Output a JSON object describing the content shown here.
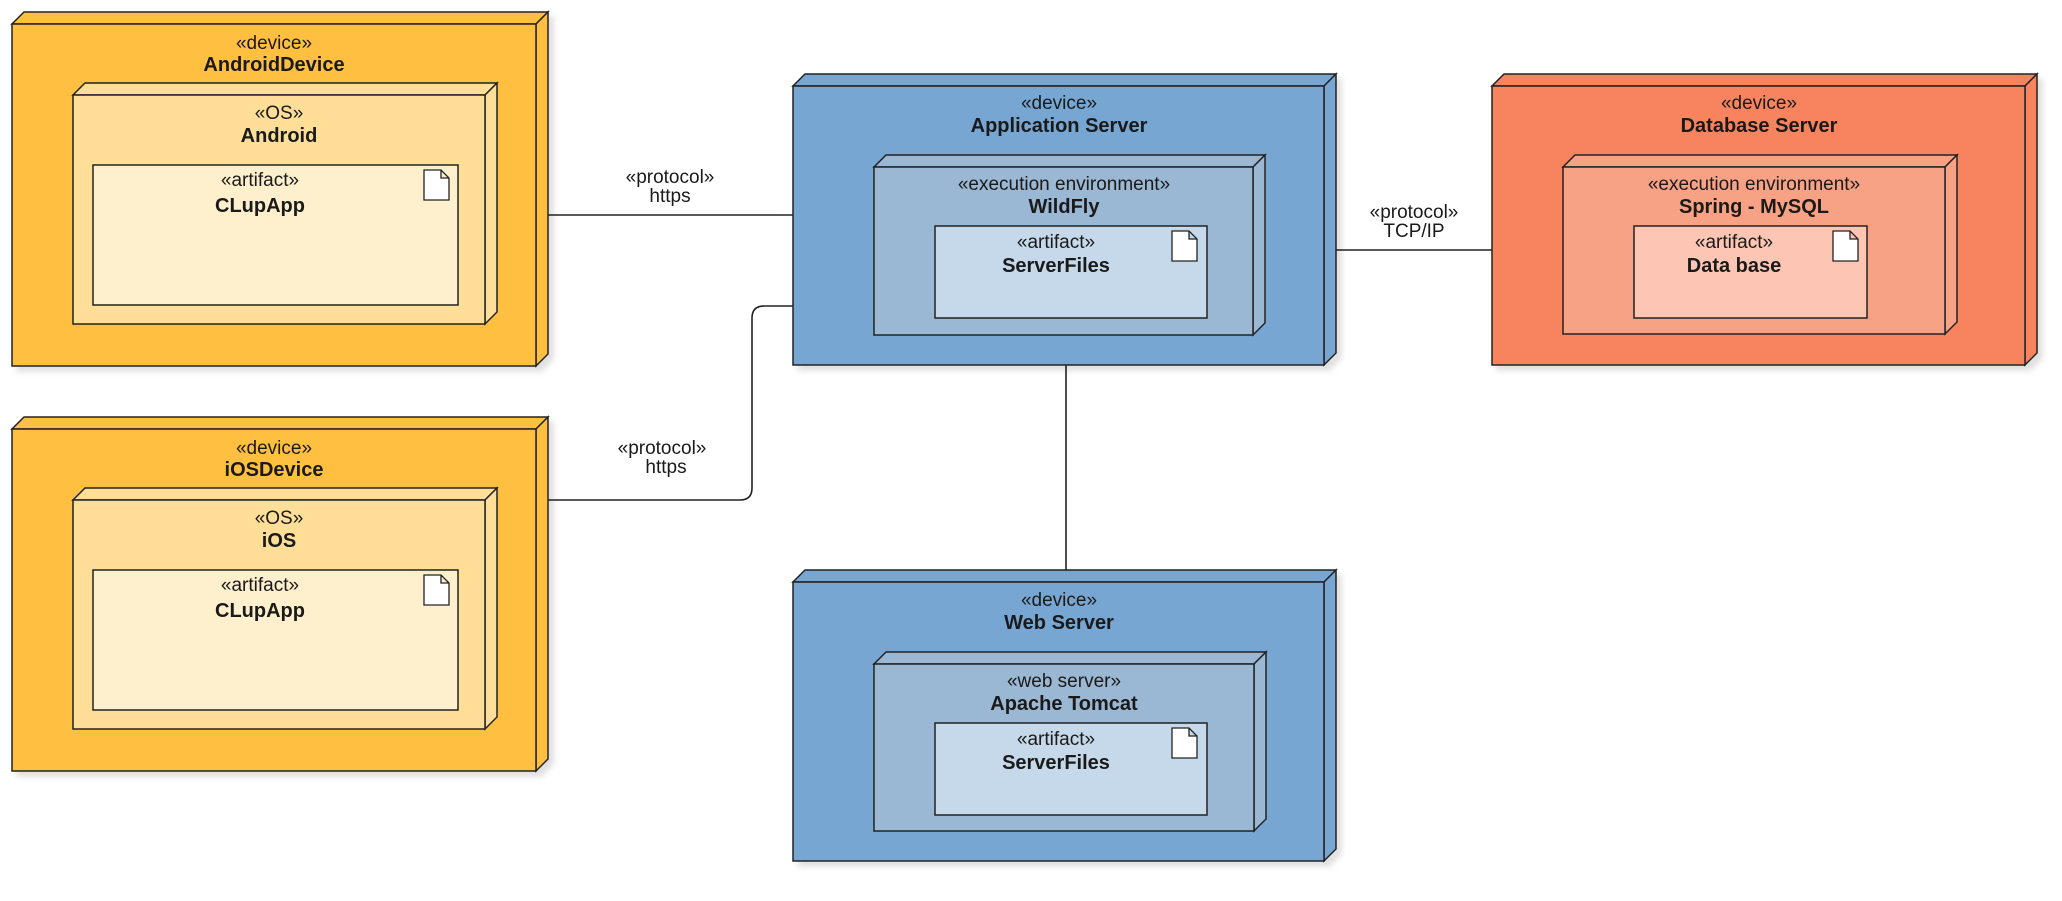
{
  "colors": {
    "device_yellow": "#FFBF3F",
    "os_yellow": "#FFDF98",
    "artifact_yellow": "#FFF0CD",
    "device_blue": "#78A6D3",
    "env_blue": "#9AB7D3",
    "artifact_blue": "#C6D9EA",
    "device_orange": "#F8845E",
    "env_orange": "#F8A285",
    "artifact_orange": "#FCC5B4",
    "stroke": "#222222"
  },
  "icons": {
    "artifact": "document-icon"
  },
  "nodes": {
    "android_device": {
      "stereotype": "«device»",
      "name": "AndroidDevice",
      "env": {
        "stereotype": "«OS»",
        "name": "Android",
        "artifact": {
          "stereotype": "«artifact»",
          "name": "CLupApp"
        }
      }
    },
    "ios_device": {
      "stereotype": "«device»",
      "name": "iOSDevice",
      "env": {
        "stereotype": "«OS»",
        "name": "iOS",
        "artifact": {
          "stereotype": "«artifact»",
          "name": "CLupApp"
        }
      }
    },
    "app_server": {
      "stereotype": "«device»",
      "name": "Application Server",
      "env": {
        "stereotype": "«execution environment»",
        "name": "WildFly",
        "artifact": {
          "stereotype": "«artifact»",
          "name": "ServerFiles"
        }
      }
    },
    "db_server": {
      "stereotype": "«device»",
      "name": "Database Server",
      "env": {
        "stereotype": "«execution environment»",
        "name": "Spring - MySQL",
        "artifact": {
          "stereotype": "«artifact»",
          "name": "Data base"
        }
      }
    },
    "web_server": {
      "stereotype": "«device»",
      "name": "Web Server",
      "env": {
        "stereotype": "«web server»",
        "name": "Apache Tomcat",
        "artifact": {
          "stereotype": "«artifact»",
          "name": "ServerFiles"
        }
      }
    }
  },
  "connections": {
    "android_app": {
      "stereotype": "«protocol»",
      "name": "https"
    },
    "ios_app": {
      "stereotype": "«protocol»",
      "name": "https"
    },
    "app_db": {
      "stereotype": "«protocol»",
      "name": "TCP/IP"
    }
  }
}
